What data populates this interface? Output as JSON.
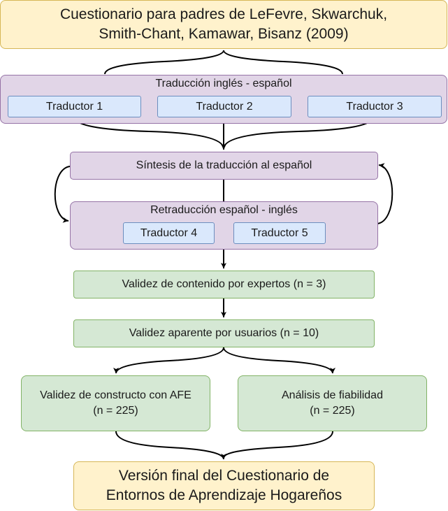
{
  "diagram": {
    "top_box": "Cuestionario para padres de LeFevre, Skwarchuk,\nSmith-Chant, Kamawar, Bisanz (2009)",
    "translation_group": {
      "label": "Traducción inglés - español",
      "translators": [
        "Traductor 1",
        "Traductor 2",
        "Traductor 3"
      ]
    },
    "synthesis": "Síntesis de la traducción al español",
    "back_translation_group": {
      "label": "Retraducción español - inglés",
      "translators": [
        "Traductor 4",
        "Traductor 5"
      ]
    },
    "content_validity": "Validez de contenido por expertos (n = 3)",
    "face_validity": "Validez aparente por usuarios (n = 10)",
    "construct_validity": "Validez de constructo con AFE\n(n = 225)",
    "reliability": "Análisis de fiabilidad\n(n = 225)",
    "final_box": "Versión final del Cuestionario de\nEntornos de Aprendizaje Hogareños"
  }
}
